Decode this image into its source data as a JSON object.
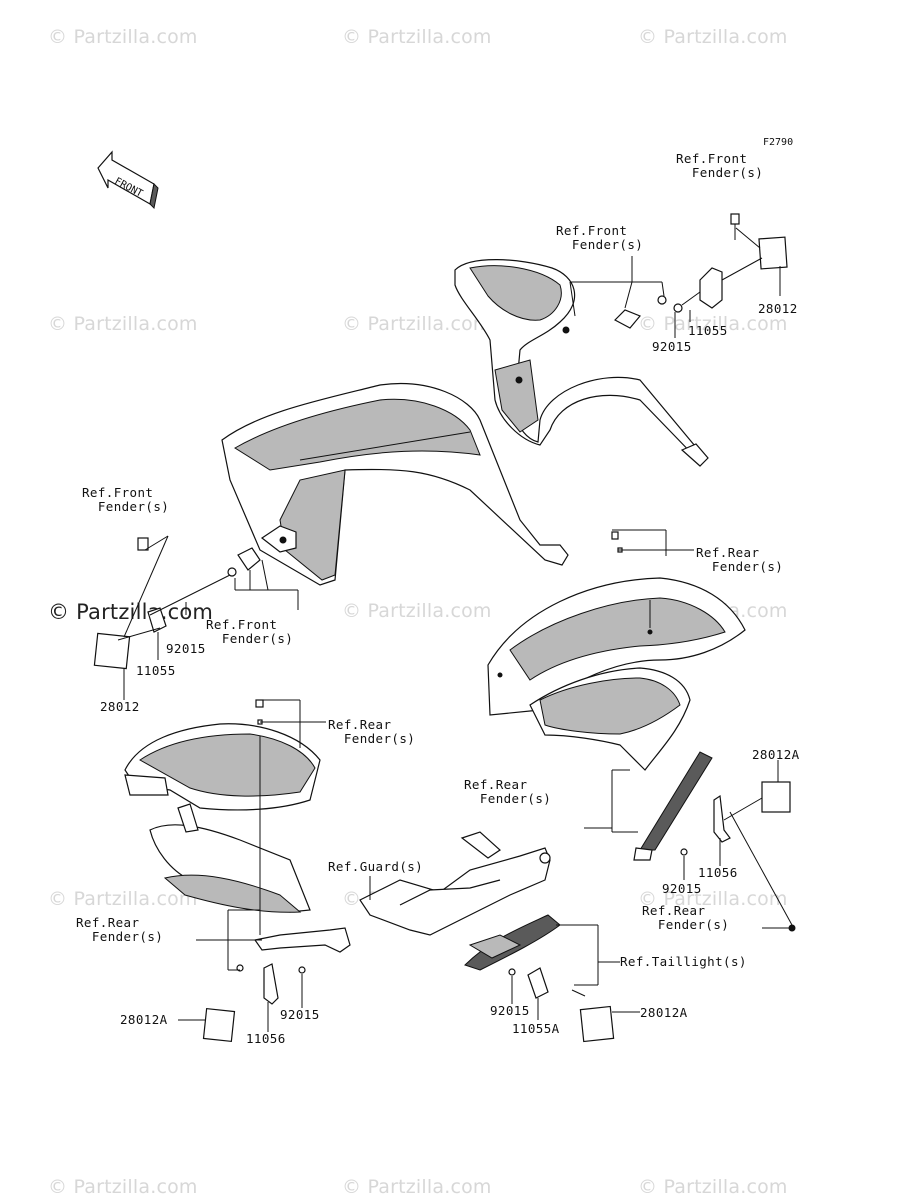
{
  "diagram_code": "F2790",
  "front_arrow_text": "FRONT",
  "watermarks": {
    "wm1": "© Partzilla.com",
    "wm2": "© Partzilla.com",
    "wm3": "© Partzilla.com",
    "wm4": "© Partzilla.com",
    "wm5": "© Partzilla.com",
    "wm6": "© Partzilla.com",
    "wm7": "© Partzilla.com",
    "wm8": "© Partzilla.com",
    "wm9": "© Partzilla.com",
    "wm10": "© Partzilla.com",
    "wm11": "© Partzilla.com",
    "wm12": "© Partzilla.com",
    "wm13": "© Partzilla.com",
    "wm14": "© Partzilla.com",
    "wm15": "© Partzilla.com"
  },
  "labels": {
    "ref_front_top": "Ref.Front\n  Fender(s)",
    "ref_front_mid": "Ref.Front\n  Fender(s)",
    "part_28012_top": "28012",
    "part_11055_top": "11055",
    "part_92015_top": "92015",
    "ref_front_left": "Ref.Front\n  Fender(s)",
    "ref_front_left2": "Ref.Front\n  Fender(s)",
    "part_92015_left": "92015",
    "part_11055_left": "11055",
    "part_28012_left": "28012",
    "ref_rear_right_top": "Ref.Rear\n  Fender(s)",
    "ref_rear_left_top": "Ref.Rear\n  Fender(s)",
    "part_28012A_right": "28012A",
    "ref_rear_right_mid": "Ref.Rear\n  Fender(s)",
    "part_11056_right": "11056",
    "part_92015_right": "92015",
    "ref_rear_right_low": "Ref.Rear\n  Fender(s)",
    "ref_guard": "Ref.Guard(s)",
    "ref_rear_left_low": "Ref.Rear\n  Fender(s)",
    "ref_taillight": "Ref.Taillight(s)",
    "part_28012A_left": "28012A",
    "part_92015_left_low": "92015",
    "part_11056_left": "11056",
    "part_92015_center": "92015",
    "part_11055A_center": "11055A",
    "part_28012A_center": "28012A"
  }
}
